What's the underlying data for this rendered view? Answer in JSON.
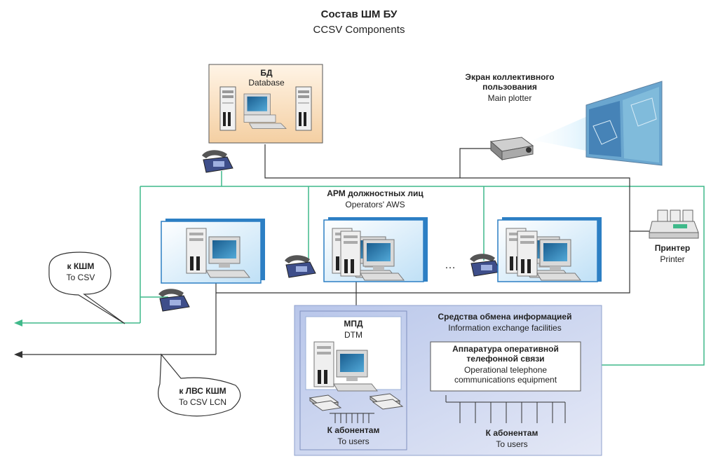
{
  "title": {
    "ru": "Состав ШМ БУ",
    "en": "CCSV Components"
  },
  "database": {
    "ru": "БД",
    "en": "Database"
  },
  "plotter": {
    "ru_line1": "Экран коллективного",
    "ru_line2": "пользования",
    "en": "Main plotter"
  },
  "aws": {
    "ru": "АРМ должностных лиц",
    "en": "Operators' AWS",
    "ellipsis": "…"
  },
  "printer": {
    "ru": "Принтер",
    "en": "Printer"
  },
  "to_csv": {
    "ru": "к КШМ",
    "en": "To CSV"
  },
  "to_csv_lcn": {
    "ru": "к ЛВС КШМ",
    "en": "To CSV LCN"
  },
  "exchange": {
    "ru": "Средства обмена информацией",
    "en": "Information exchange facilities"
  },
  "dtm": {
    "ru": "МПД",
    "en": "DTM"
  },
  "telephone": {
    "ru_line1": "Аппаратура оперативной",
    "ru_line2": "телефонной связи",
    "en_line1": "Operational telephone",
    "en_line2": "communications equipment"
  },
  "to_users_left": {
    "ru": "К абонентам",
    "en": "To users"
  },
  "to_users_right": {
    "ru": "К абонентам",
    "en": "To users"
  },
  "colors": {
    "green_line": "#3fb98a",
    "dark_line": "#333333",
    "panel_blue": "#c9d3ee",
    "card_blue": "#d8ecfa",
    "db_peach": "#f8dcb8"
  },
  "icons": [
    "server-icon",
    "workstation-icon",
    "telephone-icon",
    "projector-icon",
    "printer-icon",
    "modem-icon"
  ]
}
